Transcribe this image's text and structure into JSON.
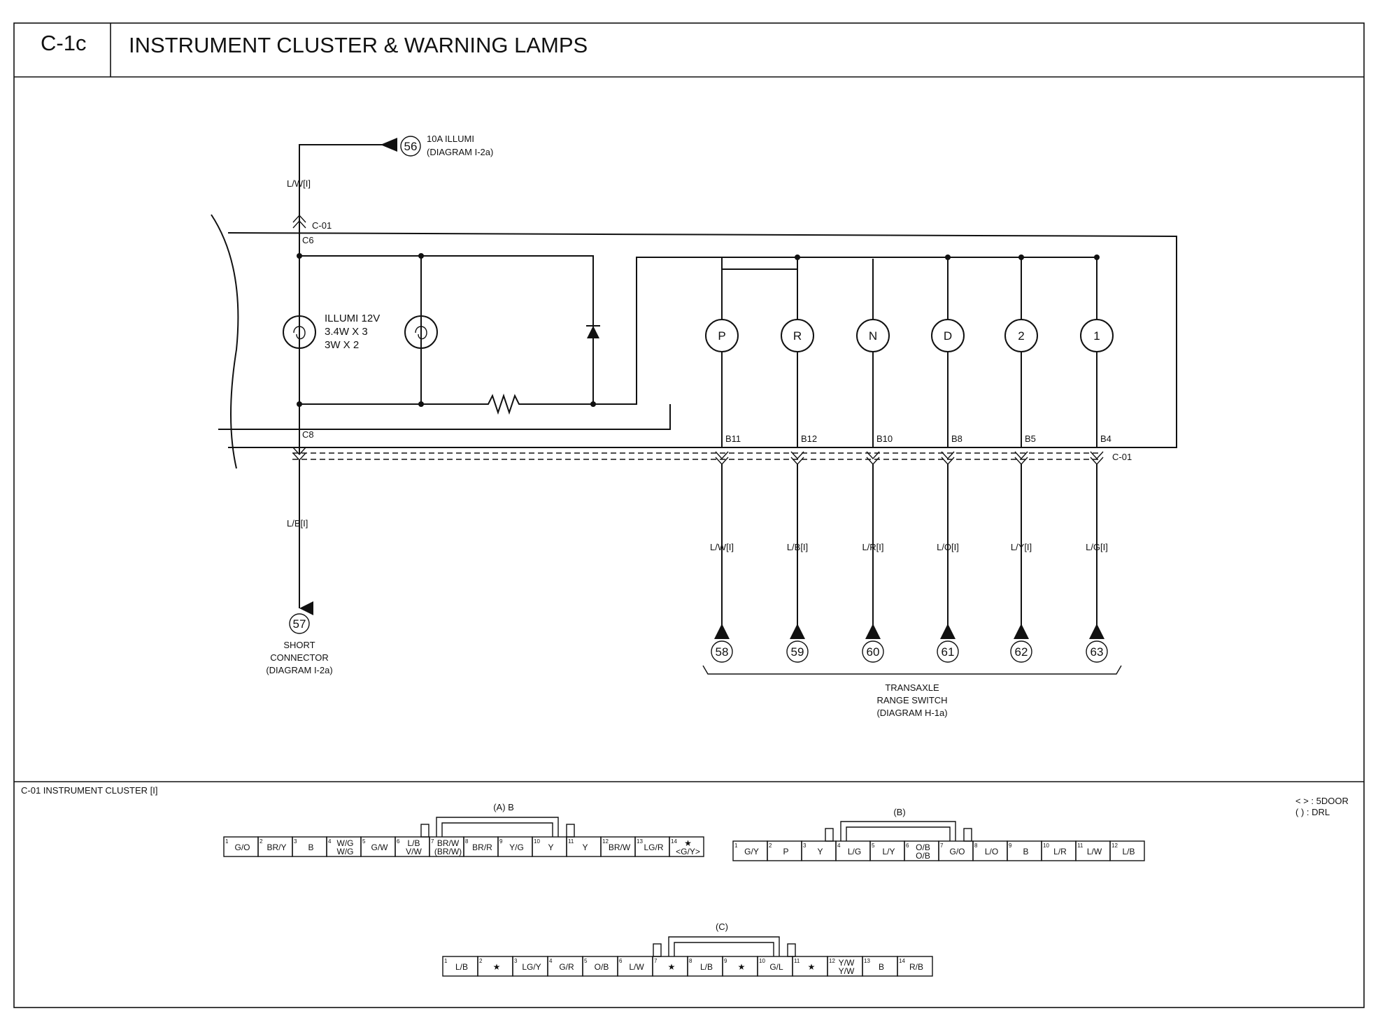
{
  "header": {
    "code": "C-1c",
    "title": "INSTRUMENT CLUSTER & WARNING LAMPS"
  },
  "top_ref": {
    "number": "56",
    "line1": "10A ILLUMI",
    "line2": "(DIAGRAM  I-2a)",
    "wire": "L/W[I]"
  },
  "connector_top": {
    "name": "C-01",
    "pin": "C6"
  },
  "lamp": {
    "line1": "ILLUMI 12V",
    "line2": "3.4W X 3",
    "line3": "3W X 2"
  },
  "left_bottom": {
    "pin": "C8",
    "wire": "L/B[I]",
    "number": "57",
    "line1": "SHORT",
    "line2": "CONNECTOR",
    "line3": "(DIAGRAM  I-2a)"
  },
  "connector_bottom_name": "C-01",
  "indicators": [
    {
      "letter": "P",
      "pin": "B11",
      "wire": "L/W[I]",
      "ref": "58"
    },
    {
      "letter": "R",
      "pin": "B12",
      "wire": "L/B[I]",
      "ref": "59"
    },
    {
      "letter": "N",
      "pin": "B10",
      "wire": "L/R[I]",
      "ref": "60"
    },
    {
      "letter": "D",
      "pin": "B8",
      "wire": "L/O[I]",
      "ref": "61"
    },
    {
      "letter": "2",
      "pin": "B5",
      "wire": "L/Y[I]",
      "ref": "62"
    },
    {
      "letter": "1",
      "pin": "B4",
      "wire": "L/G[I]",
      "ref": "63"
    }
  ],
  "transaxle": {
    "line1": "TRANSAXLE",
    "line2": "RANGE SWITCH",
    "line3": "(DIAGRAM H-1a)"
  },
  "connectors": {
    "title": "C-01 INSTRUMENT CLUSTER [I]",
    "legend": [
      "< > : 5DOOR",
      "(  ) : DRL"
    ],
    "A": {
      "label": "(A) B",
      "cells": [
        {
          "pin": "1",
          "lines": [
            "G/O"
          ]
        },
        {
          "pin": "2",
          "lines": [
            "BR/Y"
          ]
        },
        {
          "pin": "3",
          "lines": [
            "B"
          ]
        },
        {
          "pin": "4",
          "lines": [
            "W/G",
            "W/G"
          ]
        },
        {
          "pin": "5",
          "lines": [
            "G/W"
          ]
        },
        {
          "pin": "6",
          "lines": [
            "L/B",
            "V/W"
          ]
        },
        {
          "pin": "7",
          "lines": [
            "BR/W",
            "(BR/W)"
          ]
        },
        {
          "pin": "8",
          "lines": [
            "BR/R"
          ]
        },
        {
          "pin": "9",
          "lines": [
            "Y/G"
          ]
        },
        {
          "pin": "10",
          "lines": [
            "Y"
          ]
        },
        {
          "pin": "11",
          "lines": [
            "Y"
          ]
        },
        {
          "pin": "12",
          "lines": [
            "BR/W"
          ]
        },
        {
          "pin": "13",
          "lines": [
            "LG/R"
          ]
        },
        {
          "pin": "14",
          "lines": [
            "★",
            "<G/Y>"
          ]
        }
      ]
    },
    "B": {
      "label": "(B)",
      "cells": [
        {
          "pin": "1",
          "lines": [
            "G/Y"
          ]
        },
        {
          "pin": "2",
          "lines": [
            "P"
          ]
        },
        {
          "pin": "3",
          "lines": [
            "Y"
          ]
        },
        {
          "pin": "4",
          "lines": [
            "L/G"
          ]
        },
        {
          "pin": "5",
          "lines": [
            "L/Y"
          ]
        },
        {
          "pin": "6",
          "lines": [
            "O/B",
            "O/B"
          ]
        },
        {
          "pin": "7",
          "lines": [
            "G/O"
          ]
        },
        {
          "pin": "8",
          "lines": [
            "L/O"
          ]
        },
        {
          "pin": "9",
          "lines": [
            "B"
          ]
        },
        {
          "pin": "10",
          "lines": [
            "L/R"
          ]
        },
        {
          "pin": "11",
          "lines": [
            "L/W"
          ]
        },
        {
          "pin": "12",
          "lines": [
            "L/B"
          ]
        }
      ]
    },
    "C": {
      "label": "(C)",
      "cells": [
        {
          "pin": "1",
          "lines": [
            "L/B"
          ]
        },
        {
          "pin": "2",
          "lines": [
            "★"
          ]
        },
        {
          "pin": "3",
          "lines": [
            "LG/Y"
          ]
        },
        {
          "pin": "4",
          "lines": [
            "G/R"
          ]
        },
        {
          "pin": "5",
          "lines": [
            "O/B"
          ]
        },
        {
          "pin": "6",
          "lines": [
            "L/W"
          ]
        },
        {
          "pin": "7",
          "lines": [
            "★"
          ]
        },
        {
          "pin": "8",
          "lines": [
            "L/B"
          ]
        },
        {
          "pin": "9",
          "lines": [
            "★"
          ]
        },
        {
          "pin": "10",
          "lines": [
            "G/L"
          ]
        },
        {
          "pin": "11",
          "lines": [
            "★"
          ]
        },
        {
          "pin": "12",
          "lines": [
            "Y/W",
            "Y/W"
          ]
        },
        {
          "pin": "13",
          "lines": [
            "B"
          ]
        },
        {
          "pin": "14",
          "lines": [
            "R/B"
          ]
        }
      ]
    }
  }
}
